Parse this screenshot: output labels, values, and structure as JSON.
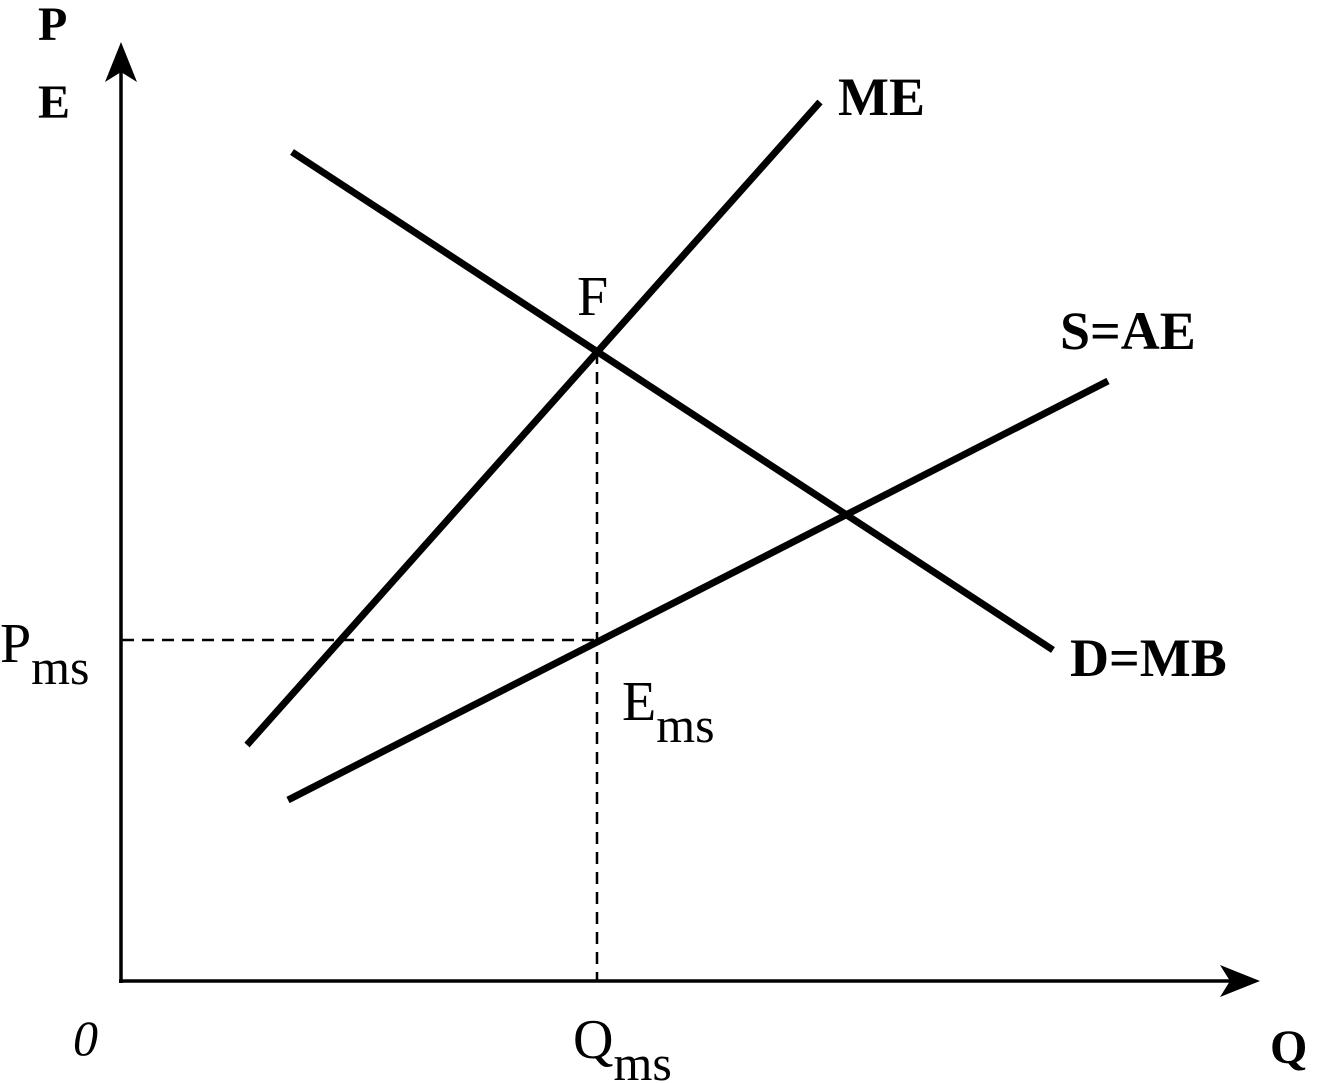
{
  "axes": {
    "y_label_line1": "P",
    "y_label_line2": "E",
    "x_label": "Q",
    "origin": "0"
  },
  "curves": {
    "me": "ME",
    "supply": "S=AE",
    "demand": "D=MB"
  },
  "points": {
    "f": "F",
    "e_main": "E",
    "e_sub": "ms"
  },
  "ticks": {
    "p_main": "P",
    "p_sub": "ms",
    "q_main": "Q",
    "q_sub": "ms"
  }
}
